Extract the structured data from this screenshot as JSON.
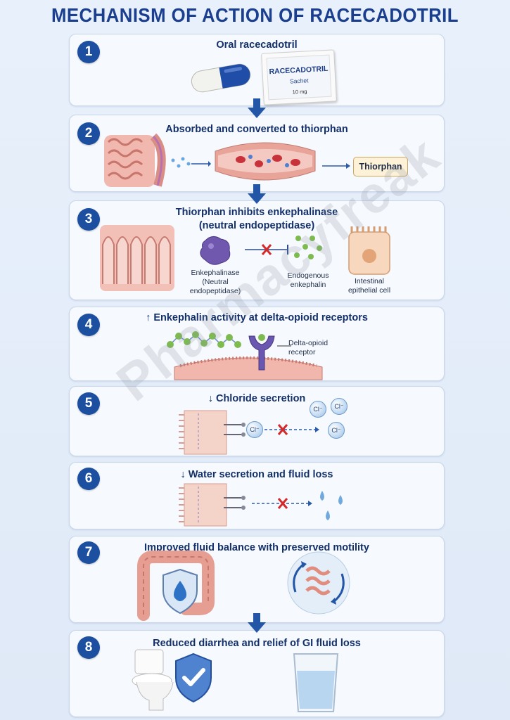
{
  "title": "MECHANISM OF ACTION OF RACECADOTRIL",
  "watermark": "Pharmacyfreak",
  "steps": [
    {
      "number": "1",
      "heading": "Oral racecadotril"
    },
    {
      "number": "2",
      "heading": "Absorbed and converted to thiorphan"
    },
    {
      "number": "3",
      "heading": "Thiorphan inhibits enkephalinase",
      "subheading": "(neutral endopeptidase)"
    },
    {
      "number": "4",
      "heading": "↑ Enkephalin activity at delta-opioid receptors"
    },
    {
      "number": "5",
      "heading": "↓ Chloride secretion"
    },
    {
      "number": "6",
      "heading": "↓ Water secretion and fluid loss"
    },
    {
      "number": "7",
      "heading": "Improved fluid balance with preserved motility"
    },
    {
      "number": "8",
      "heading": "Reduced diarrhea and relief of GI fluid loss"
    }
  ],
  "sachet": {
    "name": "RACECADOTRIL",
    "type": "Sachet",
    "dose": "10 mg"
  },
  "thiorphan_label": "Thiorphan",
  "labels": {
    "enkephalinase_1": "Enkephalinase",
    "enkephalinase_2": "(Neutral",
    "enkephalinase_3": "endopeptidase)",
    "endogenous_1": "Endogenous",
    "endogenous_2": "enkephalin",
    "epithelial_1": "Intestinal",
    "epithelial_2": "epithelial cell",
    "delta_1": "Delta-opioid",
    "delta_2": "receptor"
  },
  "chloride": "Cl⁻",
  "colors": {
    "accent": "#1c4fa0",
    "heading": "#13306a",
    "inhibit": "#d42a2a",
    "tissue": "#e9a49a"
  }
}
